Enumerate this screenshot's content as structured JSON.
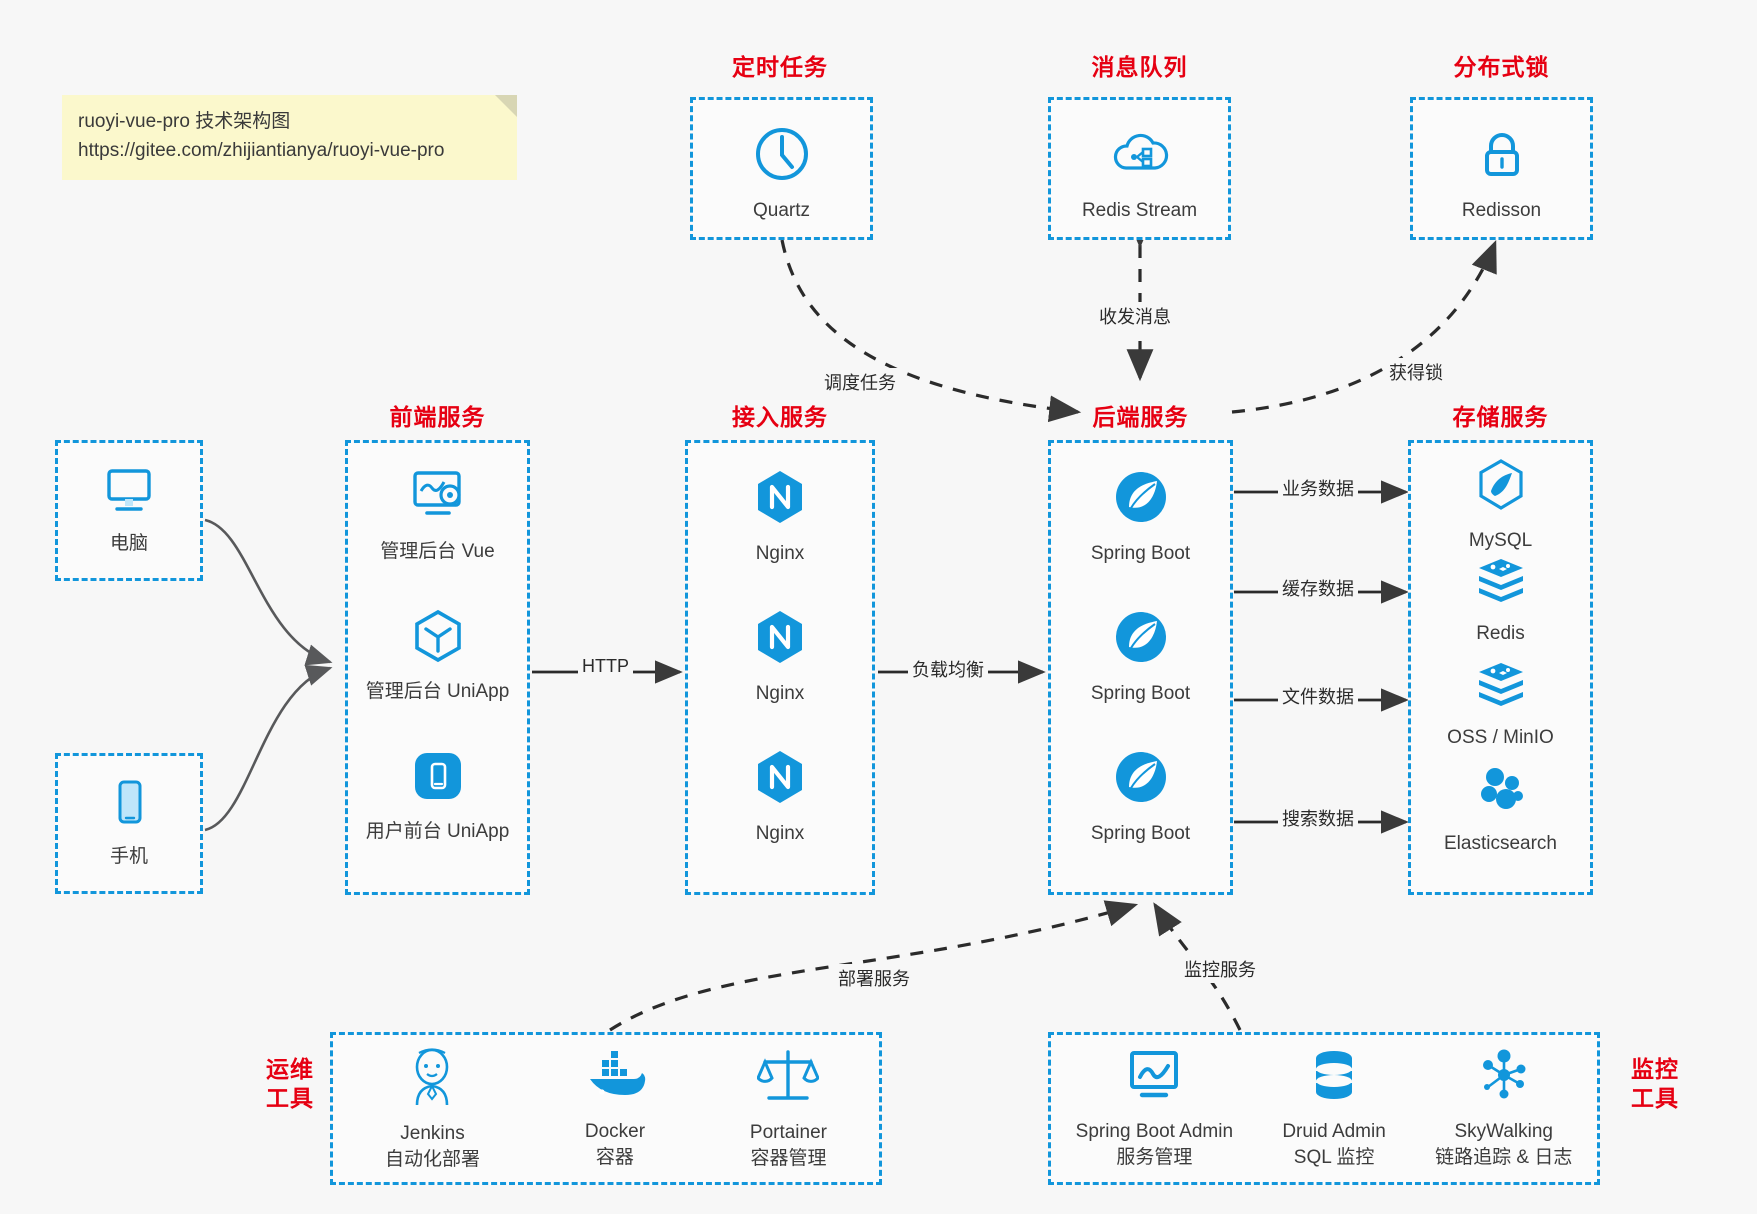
{
  "note": {
    "line1": "ruoyi-vue-pro 技术架构图",
    "line2": "https://gitee.com/zhijiantianya/ruoyi-vue-pro"
  },
  "colors": {
    "accent": "#1296db",
    "section_title": "#e60012",
    "background": "#f7f7f7",
    "text": "#3c3c3c",
    "edge": "#4d4d4d"
  },
  "sections": {
    "scheduler": {
      "title": "定时任务",
      "items": [
        {
          "label": "Quartz",
          "icon": "clock-icon"
        }
      ]
    },
    "mq": {
      "title": "消息队列",
      "items": [
        {
          "label": "Redis Stream",
          "icon": "cloud-stream-icon"
        }
      ]
    },
    "lock": {
      "title": "分布式锁",
      "items": [
        {
          "label": "Redisson",
          "icon": "lock-icon"
        }
      ]
    },
    "clients": {
      "pc": {
        "label": "电脑",
        "icon": "desktop-icon"
      },
      "mobile": {
        "label": "手机",
        "icon": "phone-icon"
      }
    },
    "frontend": {
      "title": "前端服务",
      "items": [
        {
          "label": "管理后台 Vue",
          "icon": "dashboard-gear-icon"
        },
        {
          "label": "管理后台 UniApp",
          "icon": "cube-icon"
        },
        {
          "label": "用户前台 UniApp",
          "icon": "mobile-app-icon"
        }
      ]
    },
    "gateway": {
      "title": "接入服务",
      "items": [
        {
          "label": "Nginx",
          "icon": "nginx-icon"
        },
        {
          "label": "Nginx",
          "icon": "nginx-icon"
        },
        {
          "label": "Nginx",
          "icon": "nginx-icon"
        }
      ]
    },
    "backend": {
      "title": "后端服务",
      "items": [
        {
          "label": "Spring Boot",
          "icon": "spring-leaf-icon"
        },
        {
          "label": "Spring Boot",
          "icon": "spring-leaf-icon"
        },
        {
          "label": "Spring Boot",
          "icon": "spring-leaf-icon"
        }
      ]
    },
    "storage": {
      "title": "存储服务",
      "items": [
        {
          "label": "MySQL",
          "icon": "mysql-dolphin-icon"
        },
        {
          "label": "Redis",
          "icon": "redis-stack-icon"
        },
        {
          "label": "OSS / MinIO",
          "icon": "redis-stack-icon"
        },
        {
          "label": "Elasticsearch",
          "icon": "elasticsearch-icon"
        }
      ]
    },
    "devops": {
      "title": "运维\n工具",
      "title_line1": "运维",
      "title_line2": "工具",
      "items": [
        {
          "name": "Jenkins",
          "desc": "自动化部署",
          "icon": "jenkins-butler-icon"
        },
        {
          "name": "Docker",
          "desc": "容器",
          "icon": "docker-whale-icon"
        },
        {
          "name": "Portainer",
          "desc": "容器管理",
          "icon": "scales-icon"
        }
      ]
    },
    "monitoring": {
      "title_line1": "监控",
      "title_line2": "工具",
      "items": [
        {
          "name": "Spring Boot Admin",
          "desc": "服务管理",
          "icon": "monitor-chart-icon"
        },
        {
          "name": "Druid Admin",
          "desc": "SQL 监控",
          "icon": "database-icon"
        },
        {
          "name": "SkyWalking",
          "desc": "链路追踪 & 日志",
          "icon": "network-nodes-icon"
        }
      ]
    }
  },
  "edges": [
    {
      "id": "schedule-task",
      "label": "调度任务"
    },
    {
      "id": "mq-messages",
      "label": "收发消息"
    },
    {
      "id": "acquire-lock",
      "label": "获得锁"
    },
    {
      "id": "http",
      "label": "HTTP"
    },
    {
      "id": "load-balance",
      "label": "负载均衡"
    },
    {
      "id": "business-data",
      "label": "业务数据"
    },
    {
      "id": "cache-data",
      "label": "缓存数据"
    },
    {
      "id": "file-data",
      "label": "文件数据"
    },
    {
      "id": "search-data",
      "label": "搜索数据"
    },
    {
      "id": "deploy-service",
      "label": "部署服务"
    },
    {
      "id": "monitor-service",
      "label": "监控服务"
    }
  ]
}
